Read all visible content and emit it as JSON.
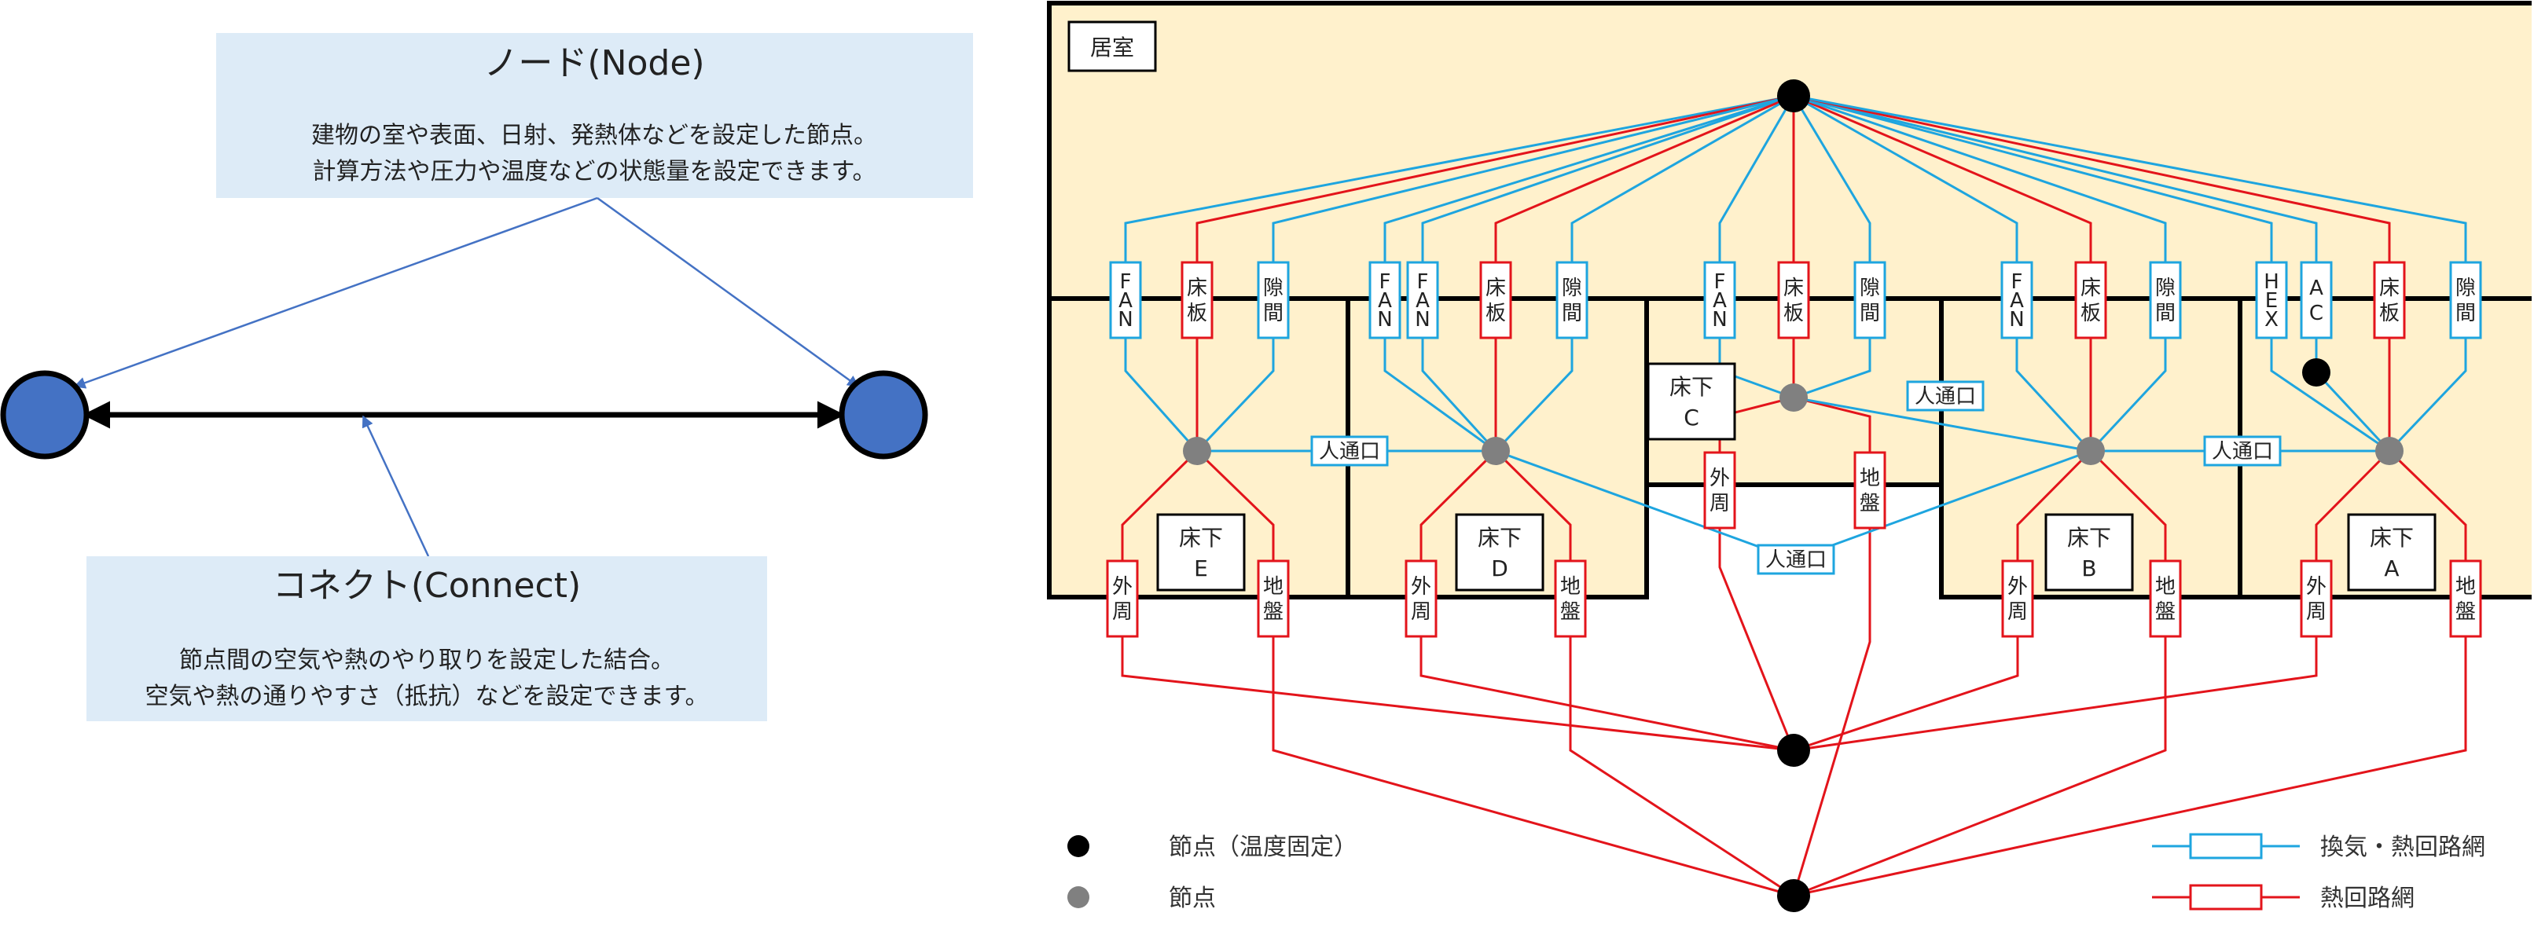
{
  "colors": {
    "ventilation": "#1EA5DF",
    "heat": "#E3141B",
    "room_fill": "#FFF1CC",
    "callout_fill": "#DDEBF7",
    "node_blue": "#4472C4",
    "node_gray": "#808080",
    "arrow_blue": "#4472C4"
  },
  "callouts": {
    "node": {
      "title": "ノード(Node)",
      "line1": "建物の室や表面、日射、発熱体などを設定した節点。",
      "line2": "計算方法や圧力や温度などの状態量を設定できます。"
    },
    "connect": {
      "title": "コネクト(Connect)",
      "line1": "節点間の空気や熱のやり取りを設定した結合。",
      "line2": "空気や熱の通りやすさ（抵抗）などを設定できます。"
    }
  },
  "diagram": {
    "room_label": "居室",
    "underfloor_zones": {
      "E": [
        "床下",
        "E"
      ],
      "D": [
        "床下",
        "D"
      ],
      "C": [
        "床下",
        "C"
      ],
      "B": [
        "床下",
        "B"
      ],
      "A": [
        "床下",
        "A"
      ]
    },
    "elements": {
      "fan": "FAN",
      "floor_board": "床板",
      "gap": "隙間",
      "hex": "HEX",
      "ac": "AC",
      "perimeter": "外周",
      "ground": "地盤",
      "passage": "人通口"
    }
  },
  "legend": {
    "fixed_node": "節点（温度固定）",
    "node": "節点",
    "vent_heat_net": "換気・熱回路網",
    "heat_net": "熱回路網"
  }
}
